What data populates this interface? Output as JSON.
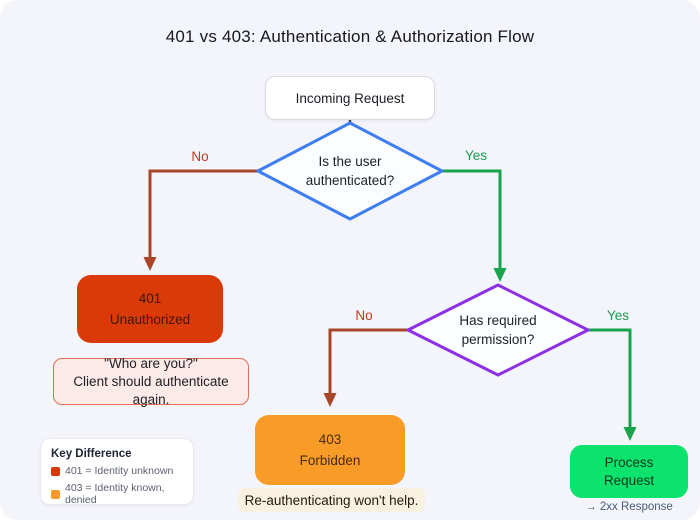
{
  "title": "401 vs 403: Authentication & Authorization Flow",
  "nodes": {
    "incoming": {
      "label": "Incoming Request"
    },
    "auth_decision": {
      "line1": "Is the user",
      "line2": "authenticated?"
    },
    "perm_decision": {
      "line1": "Has required",
      "line2": "permission?"
    },
    "unauthorized": {
      "code": "401",
      "label": "Unauthorized"
    },
    "forbidden": {
      "code": "403",
      "label": "Forbidden"
    },
    "process": {
      "line1": "Process",
      "line2": "Request"
    }
  },
  "edges": {
    "auth_no": "No",
    "auth_yes": "Yes",
    "perm_no": "No",
    "perm_yes": "Yes"
  },
  "notes": {
    "unauthorized_line1": "\"Who are you?\"",
    "unauthorized_line2": "Client should authenticate again.",
    "forbidden": "Re-authenticating won't help.",
    "process": "→ 2xx Response"
  },
  "legend": {
    "title": "Key Difference",
    "items": [
      {
        "color": "#d93807",
        "label": "401 = Identity unknown"
      },
      {
        "color": "#f89b2b",
        "label": "403 = Identity known, denied"
      }
    ]
  },
  "colors": {
    "background": "#f4f5fb",
    "auth_diamond_border": "#3e7ef0",
    "perm_diamond_border": "#8b30e8",
    "no_edge": "#a8462a",
    "yes_edge": "#18a34c",
    "box_401": "#da3a08",
    "box_403": "#f99b27",
    "box_process": "#0be36d",
    "note_pink_bg": "#fbeae8",
    "note_cream_bg": "#f8f1df"
  }
}
